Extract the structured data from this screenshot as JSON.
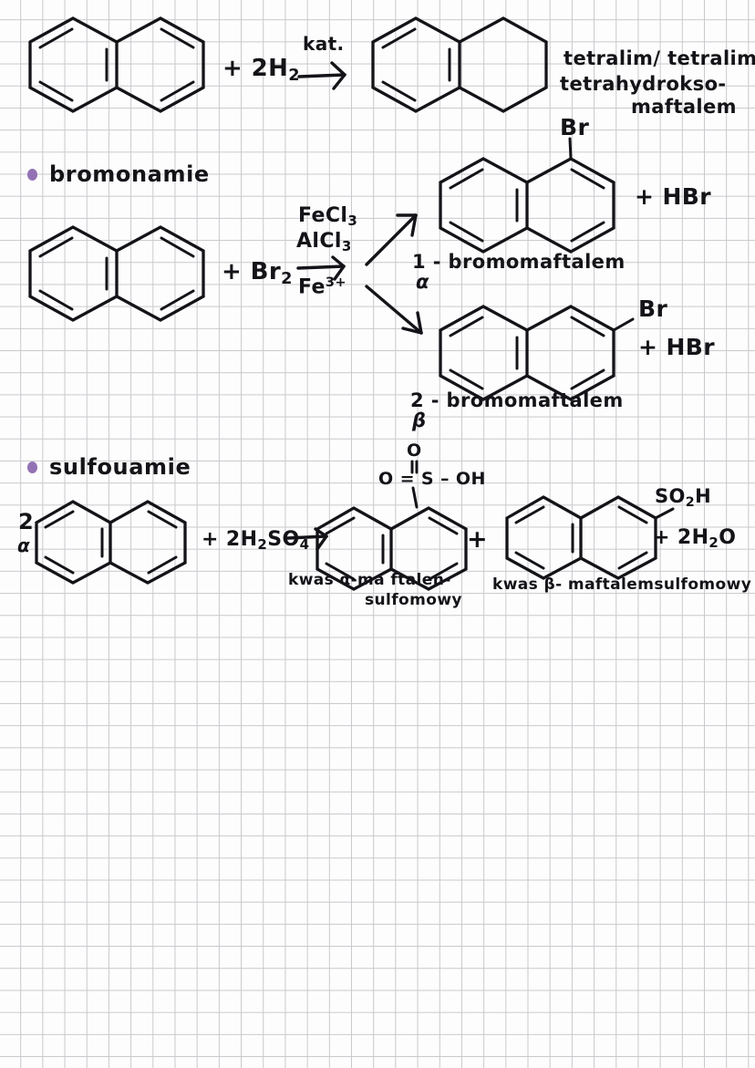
{
  "page": {
    "kind": "handwritten-chemistry-notes",
    "language": "pl",
    "paper": "graph-paper",
    "bullet_color": "#9272b4",
    "ink_color": "#131318"
  },
  "reaction_hydrogenation": {
    "reactant_name": "naftalen",
    "reagent": "+ 2H",
    "reagent_sub": "2",
    "arrow_top_label": "kat.",
    "product_name_line1": "tetralim/ tetralima)",
    "product_name_line2": "tetrahydrokso-",
    "product_name_line3": "maftalem"
  },
  "section_bromination": {
    "heading": "bromonamie",
    "reagent": "+ Br",
    "reagent_sub": "2",
    "catalyst_line1": "FeCl",
    "catalyst_line1_sub": "3",
    "catalyst_line2": "AlCl",
    "catalyst_line2_sub": "3",
    "catalyst_below": "Fe",
    "catalyst_below_sup": "3+",
    "product_a": {
      "substituent": "Br",
      "name": "1 - bromomaftalem",
      "greek": "α",
      "byproduct": "+ HBr"
    },
    "product_b": {
      "substituent": "Br",
      "name": "2 - bromomaftalem",
      "greek": "β",
      "byproduct": "+ HBr"
    }
  },
  "section_sulfonation": {
    "heading": "sulfouamie",
    "left_marker_number": "2",
    "left_marker_greek": "α",
    "reagent": "+ 2H",
    "reagent_sub1": "2",
    "reagent_mid": "SO",
    "reagent_sub2": "4",
    "product_a": {
      "group_top_o": "O",
      "group_line": "O = S – OH",
      "name_line1": "kwas α-ma ftalen-",
      "name_line2": "sulfomowy"
    },
    "plus_between": "+",
    "product_b": {
      "substituent": "SO",
      "substituent_sub": "2",
      "substituent_tail": "H",
      "byproduct": "+ 2H",
      "byproduct_sub": "2",
      "byproduct_tail": "O",
      "name": "kwas  β- maftalemsulfomowy"
    }
  }
}
